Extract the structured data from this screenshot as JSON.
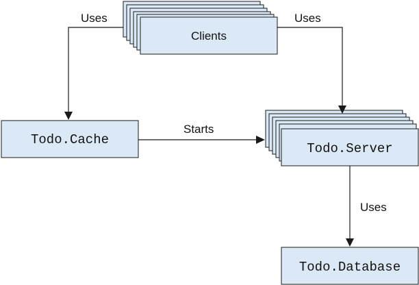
{
  "nodes": {
    "clients": "Clients",
    "cache": "Todo.Cache",
    "server": "Todo.Server",
    "database": "Todo.Database"
  },
  "edges": {
    "clients_to_cache": "Uses",
    "clients_to_server": "Uses",
    "cache_to_server": "Starts",
    "server_to_database": "Uses"
  },
  "colors": {
    "box_fill": "#dbe9f7",
    "stroke": "#1a1a1a"
  }
}
